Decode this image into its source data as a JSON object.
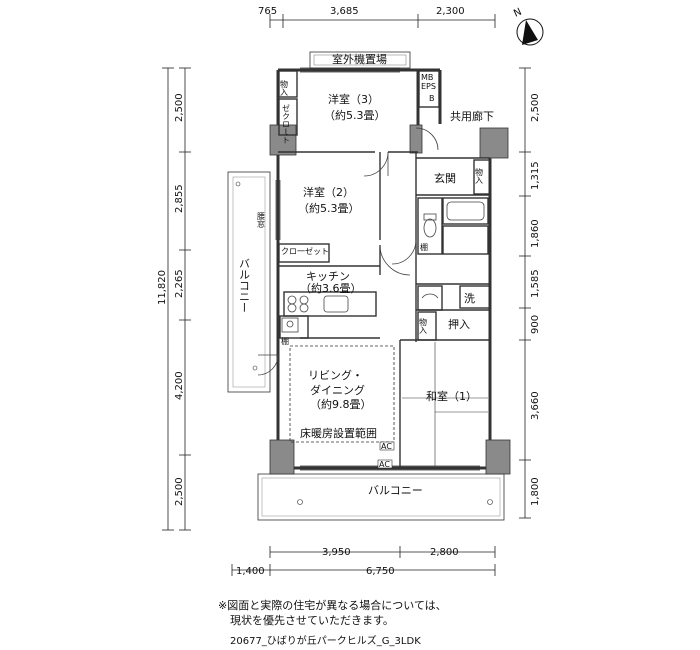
{
  "dimensions": {
    "top": [
      "765",
      "3,685",
      "2,300"
    ],
    "bottom_inner": [
      "3,950",
      "2,800"
    ],
    "bottom_outer": [
      "1,400",
      "6,750"
    ],
    "left": [
      "2,500",
      "2,855",
      "2,265",
      "4,200",
      "2,500"
    ],
    "left_total": "11,820",
    "right": [
      "2,500",
      "1,315",
      "1,860",
      "1,585",
      "900",
      "3,660",
      "1,800"
    ]
  },
  "compass": {
    "label": "N"
  },
  "rooms": {
    "outdoor_unit": "室外機置場",
    "bedroom3_name": "洋室（3）",
    "bedroom3_size": "（約5.3畳）",
    "bedroom2_name": "洋室（2）",
    "bedroom2_size": "（約5.3畳）",
    "kitchen_name": "キッチン",
    "kitchen_size": "（約3.6畳）",
    "living_name1": "リビング・",
    "living_name2": "ダイニング",
    "living_size": "（約9.8畳）",
    "floor_heating": "床暖房設置範囲",
    "japanese_room": "和室（1）",
    "entrance": "玄関",
    "corridor": "共用廊下",
    "balcony_bottom": "バルコニー",
    "balcony_left": "バルコニー",
    "wash": "洗",
    "oshiire": "押入"
  },
  "labels": {
    "storage": "物入",
    "closet_v": "ゼクロｌト",
    "closet_h": "クロ一ゼット",
    "mb": "MB",
    "eps": "EPS",
    "b": "B",
    "koshimado": "腰窓",
    "tana": "棚",
    "tana2": "棚",
    "ac": "AC",
    "ac2": "AC"
  },
  "footer": {
    "note_line1": "※図面と実際の住宅が異なる場合については、",
    "note_line2": "現状を優先させていただきます。",
    "code": "20677_ひばりが丘パークヒルズ_G_3LDK"
  }
}
